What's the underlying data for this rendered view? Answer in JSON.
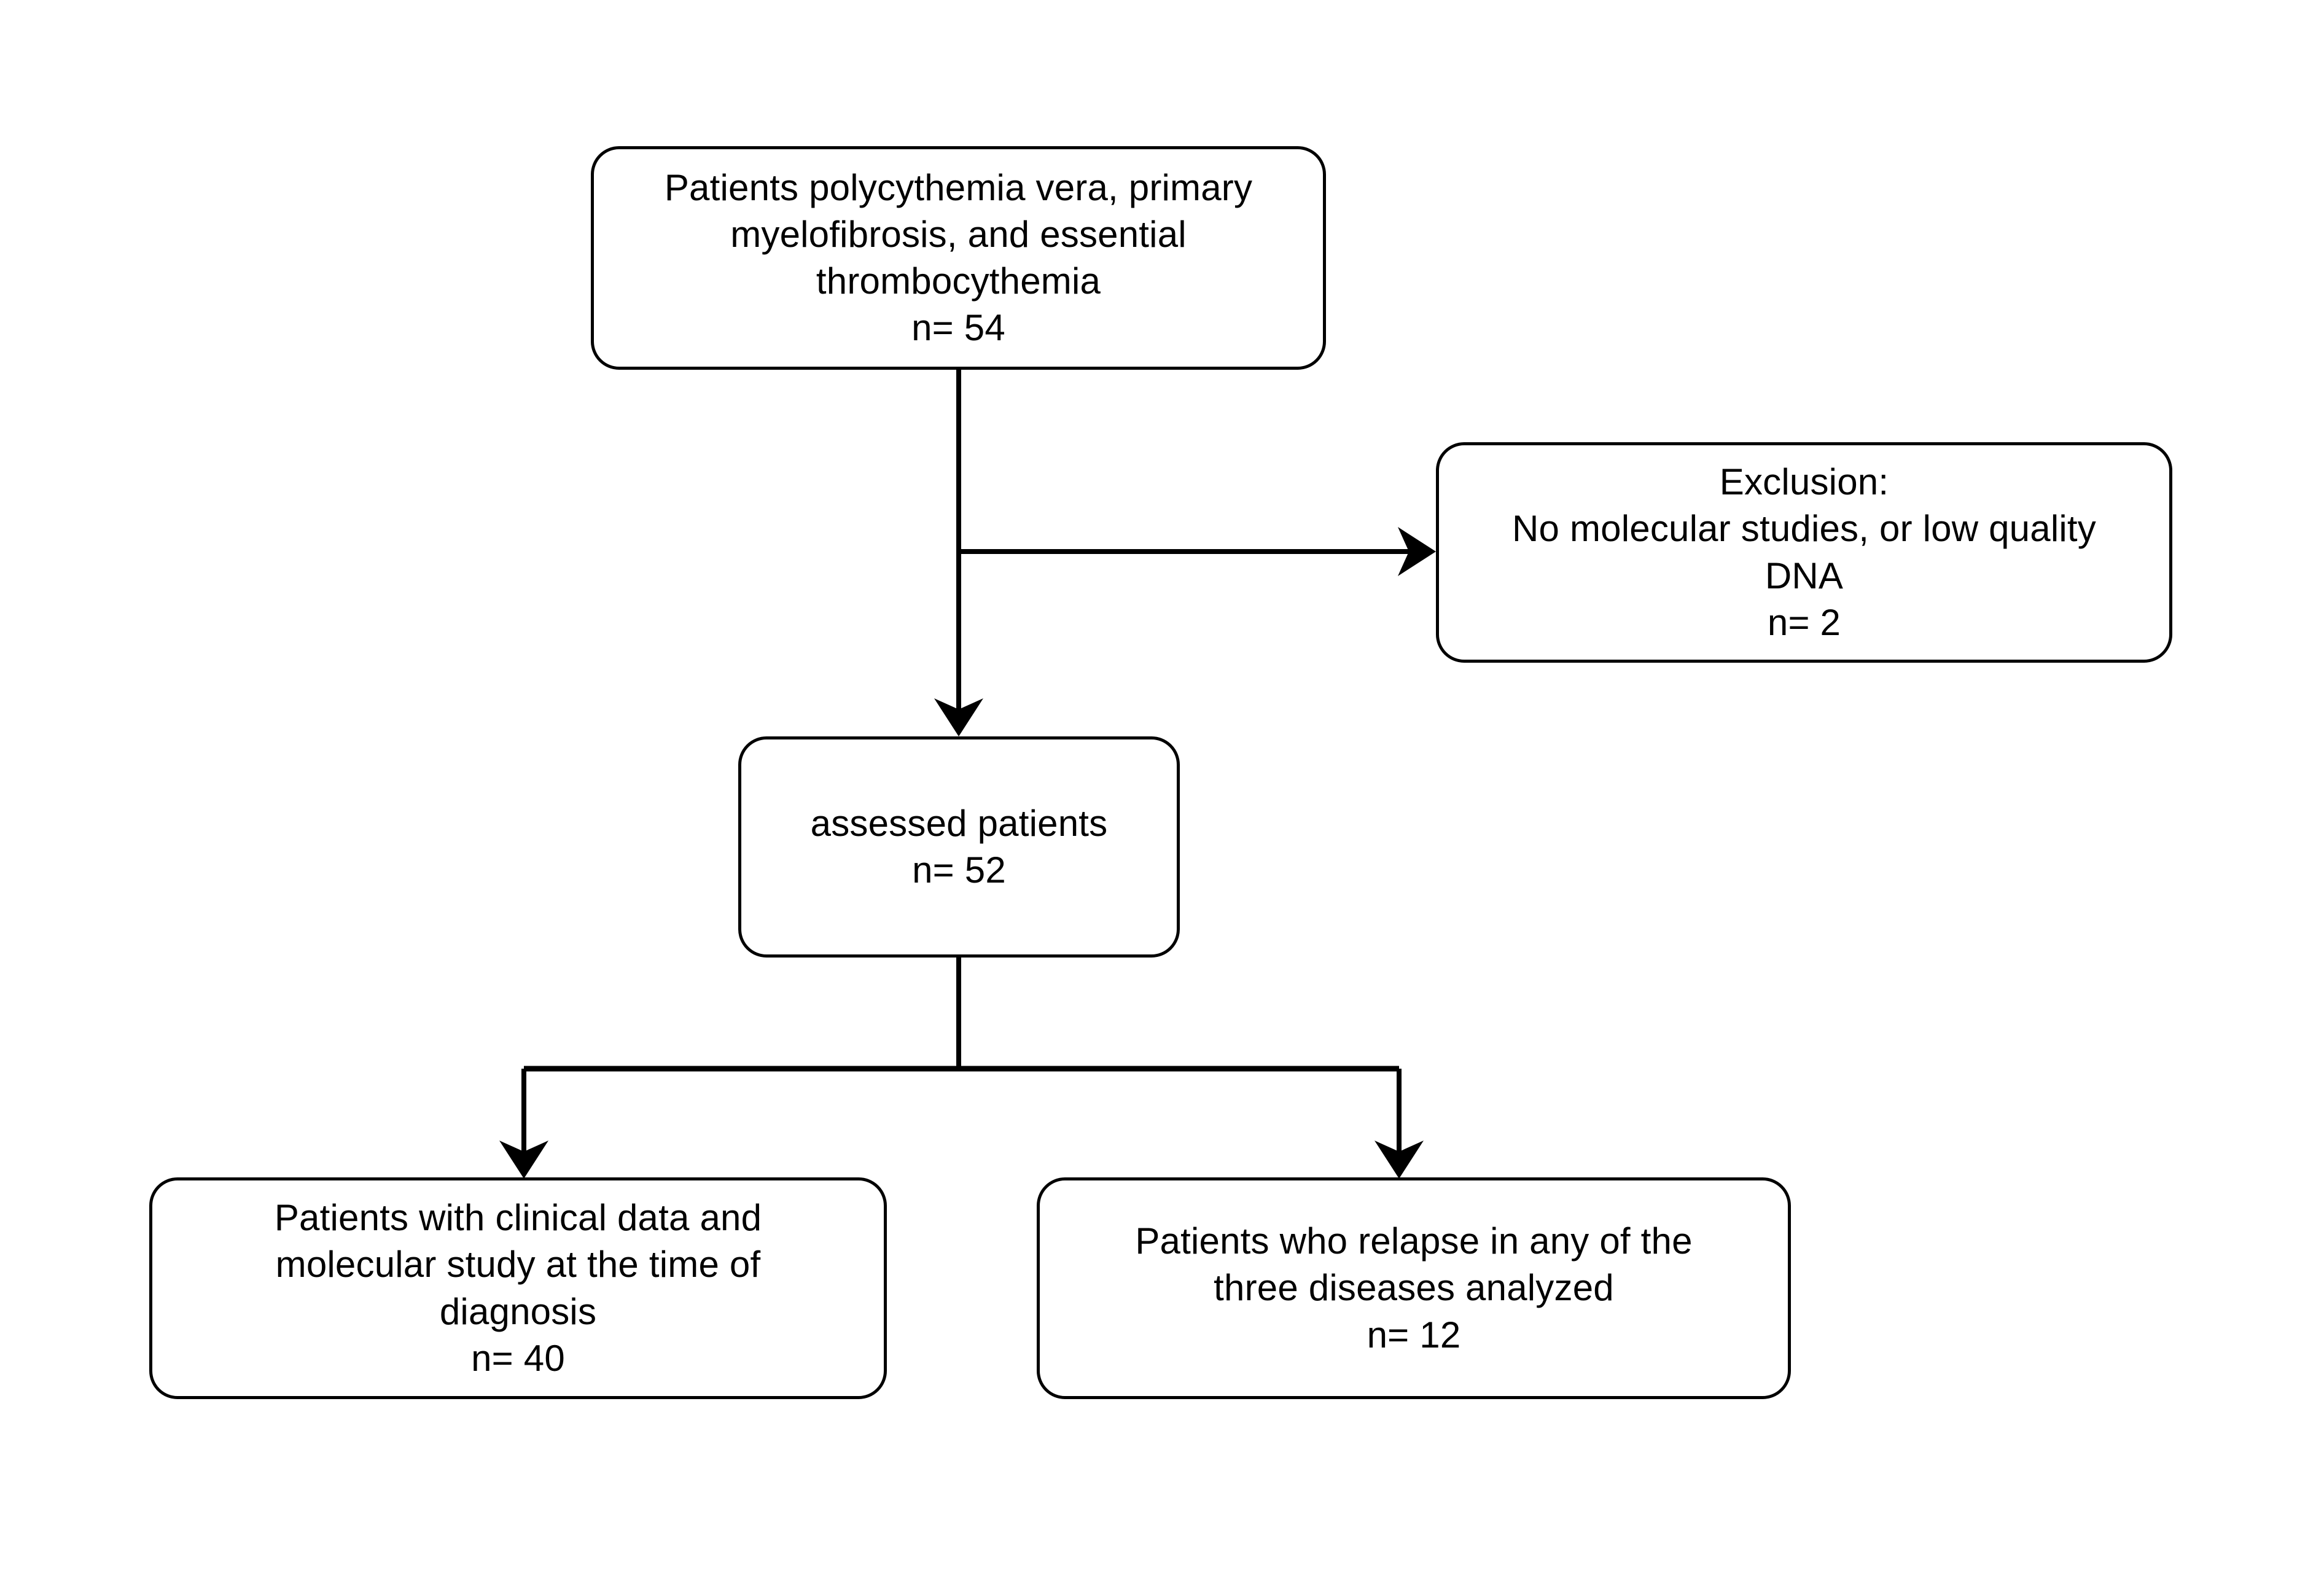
{
  "diagram": {
    "type": "flowchart",
    "orientation": "top-down",
    "background_color": "#ffffff",
    "line_color": "#000000",
    "text_color": "#000000",
    "nodes": {
      "source": {
        "id": "source",
        "text": "Patients polycythemia vera, primary\nmyelofibrosis, and essential\nthrombocythemia\nn= 54",
        "label": "Patients polycythemia vera, primary myelofibrosis, and essential thrombocythemia",
        "count_label": "n= 54",
        "count": 54
      },
      "exclusion": {
        "id": "exclusion",
        "text": "Exclusion:\nNo molecular studies, or low quality\nDNA\nn= 2",
        "label": "Exclusion: No molecular studies, or low quality DNA",
        "count_label": "n= 2",
        "count": 2
      },
      "assessed": {
        "id": "assessed",
        "text": "assessed patients\nn= 52",
        "label": "assessed patients",
        "count_label": "n= 52",
        "count": 52
      },
      "diagnosis": {
        "id": "diagnosis",
        "text": "Patients with clinical data and\nmolecular study at the time of\ndiagnosis\nn= 40",
        "label": "Patients with clinical data and molecular study at the time of diagnosis",
        "count_label": "n= 40",
        "count": 40
      },
      "relapse": {
        "id": "relapse",
        "text": "Patients who relapse in any of the\nthree diseases analyzed\nn= 12",
        "label": "Patients who relapse in any of the three diseases analyzed",
        "count_label": "n= 12",
        "count": 12
      }
    },
    "edges": [
      {
        "id": "source-to-assessed",
        "from": "source",
        "to": "assessed",
        "arrow": "down",
        "label": ""
      },
      {
        "id": "source-to-exclusion",
        "from": "source",
        "to": "exclusion",
        "arrow": "right",
        "label": ""
      },
      {
        "id": "assessed-to-diagnosis",
        "from": "assessed",
        "to": "diagnosis",
        "arrow": "down",
        "label": ""
      },
      {
        "id": "assessed-to-relapse",
        "from": "assessed",
        "to": "relapse",
        "arrow": "down",
        "label": ""
      }
    ]
  }
}
